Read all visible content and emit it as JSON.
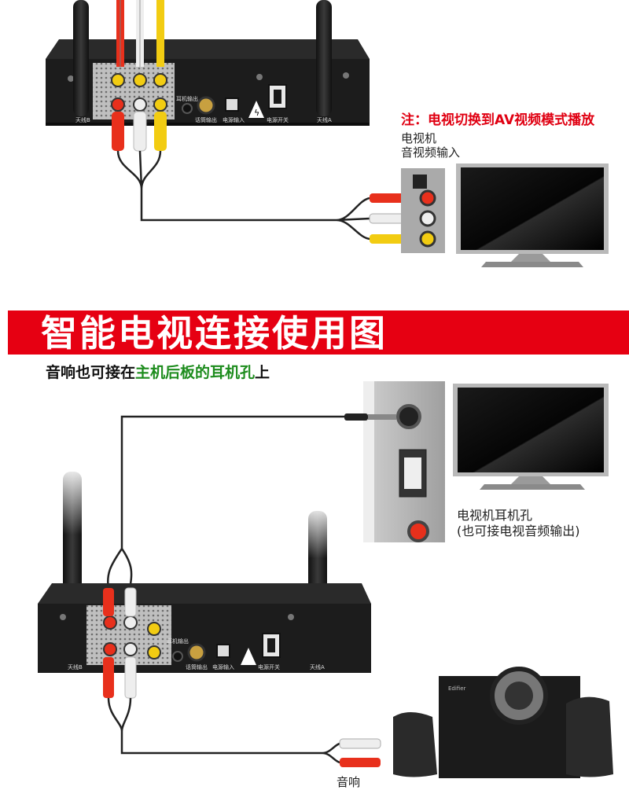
{
  "top_section": {
    "note": "注：电视切换到AV视频模式播放",
    "tv_label_line1": "电视机",
    "tv_label_line2": "音视频输入",
    "device_labels": {
      "antenna_b": "天线B",
      "antenna_a": "天线A",
      "headphone_out": "耳机输出",
      "mic_out": "话筒输出",
      "power_in": "电源输入",
      "power_switch": "电源开关"
    }
  },
  "banner": {
    "title": "智能电视连接使用图",
    "color": "#e60012"
  },
  "subtitle": {
    "part1": "音响也可接在",
    "highlight": "主机后板的耳机孔",
    "part2": "上",
    "highlight_color": "#1d8c1d"
  },
  "bottom_section": {
    "jack_label_line1": "电视机耳机孔",
    "jack_label_line2": "(也可接电视音频输出)",
    "speaker_label": "音响",
    "speaker_brand": "Edifier",
    "device_labels": {
      "antenna_b": "天线B",
      "antenna_a": "天线A",
      "headphone_out": "耳机输出",
      "mic_out": "话筒输出",
      "power_in": "电源输入",
      "power_switch": "电源开关"
    }
  },
  "colors": {
    "accent_red": "#e60012",
    "note_red": "#e00012",
    "rca_red": "#e8301c",
    "rca_white": "#eeeeee",
    "rca_yellow": "#f2cc12",
    "device_body": "#1c1c1c"
  }
}
